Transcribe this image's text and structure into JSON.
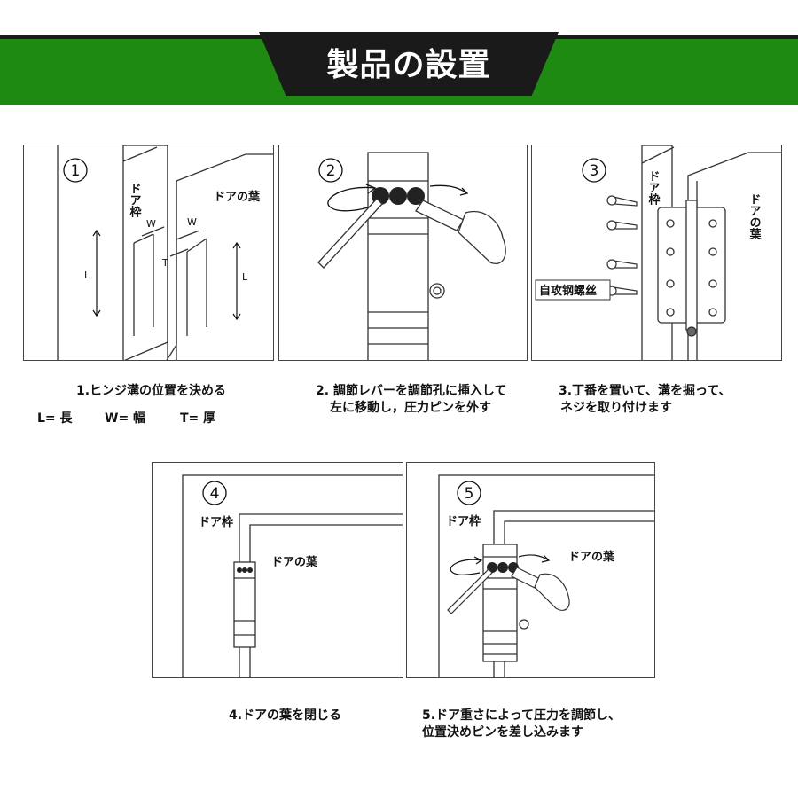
{
  "header": {
    "title": "製品の設置"
  },
  "steps": [
    {
      "num": "1",
      "caption": "1.ヒンジ溝の位置を決める",
      "labels": {
        "frame": "ドア枠",
        "leaf": "ドアの葉",
        "w": "W",
        "t": "T",
        "l": "L"
      }
    },
    {
      "num": "2",
      "caption_line1": "2. 調節レバーを調節孔に挿入して",
      "caption_line2": "左に移動し，圧力ピンを外す"
    },
    {
      "num": "3",
      "caption_line1": "3.丁番を置いて、溝を掘って、",
      "caption_line2": "ネジを取り付けます",
      "labels": {
        "frame": "ドア枠",
        "leaf": "ドアの葉",
        "screw": "自攻钢螺丝"
      }
    },
    {
      "num": "4",
      "caption": "4.ドアの葉を閉じる",
      "labels": {
        "frame": "ドア枠",
        "leaf": "ドアの葉"
      }
    },
    {
      "num": "5",
      "caption_line1": "5.ドア重さによって圧力を調節し、",
      "caption_line2": "位置決めピンを差し込みます",
      "labels": {
        "frame": "ドア枠",
        "leaf": "ドアの葉"
      }
    }
  ],
  "legend": {
    "l": "L= 長",
    "w": "W= 幅",
    "t": "T= 厚"
  },
  "colors": {
    "green": "#1f8a12",
    "dark": "#1a1a1a"
  }
}
